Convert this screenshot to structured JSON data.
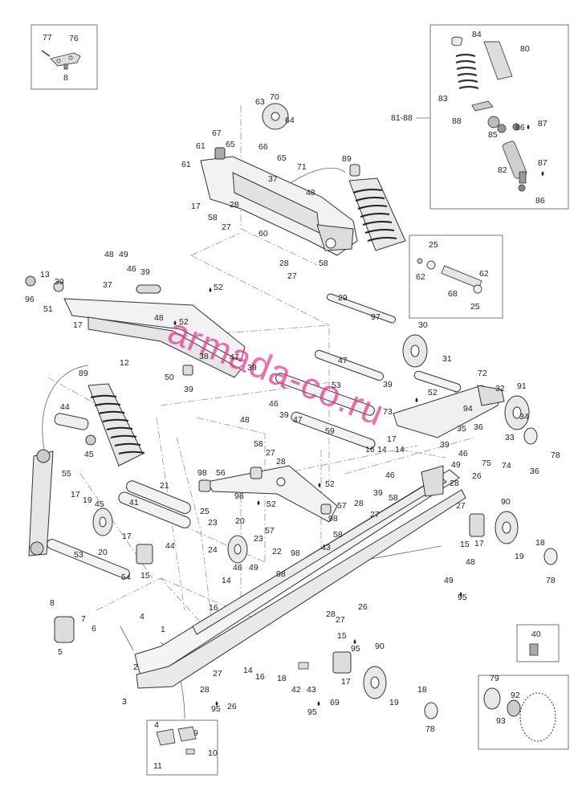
{
  "watermark": "armada-co.ru",
  "inset_range_label": "81-88",
  "callouts": [
    {
      "id": "c77",
      "text": "77"
    },
    {
      "id": "c76",
      "text": "76"
    },
    {
      "id": "c8a",
      "text": "8"
    },
    {
      "id": "c84",
      "text": "84"
    },
    {
      "id": "c80",
      "text": "80"
    },
    {
      "id": "c83",
      "text": "83"
    },
    {
      "id": "c88",
      "text": "88"
    },
    {
      "id": "c85",
      "text": "85"
    },
    {
      "id": "c86a",
      "text": "86"
    },
    {
      "id": "c87a",
      "text": "87"
    },
    {
      "id": "c87b",
      "text": "87"
    },
    {
      "id": "c82",
      "text": "82"
    },
    {
      "id": "c86b",
      "text": "86"
    },
    {
      "id": "c63",
      "text": "63"
    },
    {
      "id": "c70",
      "text": "70"
    },
    {
      "id": "c64",
      "text": "64"
    },
    {
      "id": "c67",
      "text": "67"
    },
    {
      "id": "c65a",
      "text": "65"
    },
    {
      "id": "c61a",
      "text": "61"
    },
    {
      "id": "c66",
      "text": "66"
    },
    {
      "id": "c65b",
      "text": "65"
    },
    {
      "id": "c71",
      "text": "71"
    },
    {
      "id": "c61b",
      "text": "61"
    },
    {
      "id": "c37a",
      "text": "37"
    },
    {
      "id": "c48a",
      "text": "48"
    },
    {
      "id": "c17a",
      "text": "17"
    },
    {
      "id": "c28a",
      "text": "28"
    },
    {
      "id": "c58a",
      "text": "58"
    },
    {
      "id": "c27a",
      "text": "27"
    },
    {
      "id": "c60",
      "text": "60"
    },
    {
      "id": "c89a",
      "text": "89"
    },
    {
      "id": "c28b",
      "text": "28"
    },
    {
      "id": "c58b",
      "text": "58"
    },
    {
      "id": "c27b",
      "text": "27"
    },
    {
      "id": "c25a",
      "text": "25"
    },
    {
      "id": "c62a",
      "text": "62"
    },
    {
      "id": "c62b",
      "text": "62"
    },
    {
      "id": "c68",
      "text": "68"
    },
    {
      "id": "c25b",
      "text": "25"
    },
    {
      "id": "c48b",
      "text": "48"
    },
    {
      "id": "c49a",
      "text": "49"
    },
    {
      "id": "c46a",
      "text": "46"
    },
    {
      "id": "c39a",
      "text": "39"
    },
    {
      "id": "c13",
      "text": "13"
    },
    {
      "id": "c39b",
      "text": "39"
    },
    {
      "id": "c96",
      "text": "96"
    },
    {
      "id": "c51",
      "text": "51"
    },
    {
      "id": "c37b",
      "text": "37"
    },
    {
      "id": "c52a",
      "text": "52"
    },
    {
      "id": "c17b",
      "text": "17"
    },
    {
      "id": "c48c",
      "text": "48"
    },
    {
      "id": "c52b",
      "text": "52"
    },
    {
      "id": "c38",
      "text": "38"
    },
    {
      "id": "c47a",
      "text": "47"
    },
    {
      "id": "c39c",
      "text": "39"
    },
    {
      "id": "c12",
      "text": "12"
    },
    {
      "id": "c50",
      "text": "50"
    },
    {
      "id": "c39d",
      "text": "39"
    },
    {
      "id": "c29",
      "text": "29"
    },
    {
      "id": "c97",
      "text": "97"
    },
    {
      "id": "c30",
      "text": "30"
    },
    {
      "id": "c31",
      "text": "31"
    },
    {
      "id": "c72",
      "text": "72"
    },
    {
      "id": "c91",
      "text": "91"
    },
    {
      "id": "c47b",
      "text": "47"
    },
    {
      "id": "c53a",
      "text": "53"
    },
    {
      "id": "c39e",
      "text": "39"
    },
    {
      "id": "c52c",
      "text": "52"
    },
    {
      "id": "c32",
      "text": "32"
    },
    {
      "id": "c89b",
      "text": "89"
    },
    {
      "id": "c44a",
      "text": "44"
    },
    {
      "id": "c46b",
      "text": "46"
    },
    {
      "id": "c39f",
      "text": "39"
    },
    {
      "id": "c73",
      "text": "73"
    },
    {
      "id": "c94",
      "text": "94"
    },
    {
      "id": "c34",
      "text": "34"
    },
    {
      "id": "c48d",
      "text": "48"
    },
    {
      "id": "c47c",
      "text": "47"
    },
    {
      "id": "c59",
      "text": "59"
    },
    {
      "id": "c36a",
      "text": "36"
    },
    {
      "id": "c35",
      "text": "35"
    },
    {
      "id": "c33",
      "text": "33"
    },
    {
      "id": "c45a",
      "text": "45"
    },
    {
      "id": "c58c",
      "text": "58"
    },
    {
      "id": "c16a",
      "text": "16"
    },
    {
      "id": "c14a",
      "text": "14"
    },
    {
      "id": "c17c",
      "text": "17"
    },
    {
      "id": "c39g",
      "text": "39"
    },
    {
      "id": "c46c",
      "text": "46"
    },
    {
      "id": "c27c",
      "text": "27"
    },
    {
      "id": "c28c",
      "text": "28"
    },
    {
      "id": "c14b",
      "text": "14"
    },
    {
      "id": "c75",
      "text": "75"
    },
    {
      "id": "c74",
      "text": "74"
    },
    {
      "id": "c36b",
      "text": "36"
    },
    {
      "id": "c78a",
      "text": "78"
    },
    {
      "id": "c55",
      "text": "55"
    },
    {
      "id": "c98a",
      "text": "98"
    },
    {
      "id": "c56",
      "text": "56"
    },
    {
      "id": "c98b",
      "text": "98"
    },
    {
      "id": "c52d",
      "text": "52"
    },
    {
      "id": "c46d",
      "text": "46"
    },
    {
      "id": "c49b",
      "text": "49"
    },
    {
      "id": "c26a",
      "text": "26"
    },
    {
      "id": "c28d",
      "text": "28"
    },
    {
      "id": "c39h",
      "text": "39"
    },
    {
      "id": "c58d",
      "text": "58"
    },
    {
      "id": "c27d",
      "text": "27"
    },
    {
      "id": "c21",
      "text": "21"
    },
    {
      "id": "c17d",
      "text": "17"
    },
    {
      "id": "c19a",
      "text": "19"
    },
    {
      "id": "c45b",
      "text": "45"
    },
    {
      "id": "c52e",
      "text": "52"
    },
    {
      "id": "c28e",
      "text": "28"
    },
    {
      "id": "c27e",
      "text": "27"
    },
    {
      "id": "c90a",
      "text": "90"
    },
    {
      "id": "c41",
      "text": "41"
    },
    {
      "id": "c25c",
      "text": "25"
    },
    {
      "id": "c23a",
      "text": "23"
    },
    {
      "id": "c20a",
      "text": "20"
    },
    {
      "id": "c57a",
      "text": "57"
    },
    {
      "id": "c57b",
      "text": "57"
    },
    {
      "id": "c98c",
      "text": "98"
    },
    {
      "id": "c44b",
      "text": "44"
    },
    {
      "id": "c24",
      "text": "24"
    },
    {
      "id": "c23b",
      "text": "23"
    },
    {
      "id": "c22",
      "text": "22"
    },
    {
      "id": "c98d",
      "text": "98"
    },
    {
      "id": "c58e",
      "text": "58"
    },
    {
      "id": "c20b",
      "text": "20"
    },
    {
      "id": "c17e",
      "text": "17"
    },
    {
      "id": "c15a",
      "text": "15"
    },
    {
      "id": "c17f",
      "text": "17"
    },
    {
      "id": "c19b",
      "text": "19"
    },
    {
      "id": "c18a",
      "text": "18"
    },
    {
      "id": "c43a",
      "text": "43"
    },
    {
      "id": "c46e",
      "text": "46"
    },
    {
      "id": "c49c",
      "text": "49"
    },
    {
      "id": "c48e",
      "text": "48"
    },
    {
      "id": "c78b",
      "text": "78"
    },
    {
      "id": "c15b",
      "text": "15"
    },
    {
      "id": "c53b",
      "text": "53"
    },
    {
      "id": "c54",
      "text": "54"
    },
    {
      "id": "c17g",
      "text": "17"
    },
    {
      "id": "c14c",
      "text": "14"
    },
    {
      "id": "c49d",
      "text": "49"
    },
    {
      "id": "c95a",
      "text": "95"
    },
    {
      "id": "c16b",
      "text": "16"
    },
    {
      "id": "c98e",
      "text": "98"
    },
    {
      "id": "c8b",
      "text": "8"
    },
    {
      "id": "c4a",
      "text": "4"
    },
    {
      "id": "c7",
      "text": "7"
    },
    {
      "id": "c6",
      "text": "6"
    },
    {
      "id": "c1",
      "text": "1"
    },
    {
      "id": "c5",
      "text": "5"
    },
    {
      "id": "c28f",
      "text": "28"
    },
    {
      "id": "c26b",
      "text": "26"
    },
    {
      "id": "c27f",
      "text": "27"
    },
    {
      "id": "c95b",
      "text": "95"
    },
    {
      "id": "c40",
      "text": "40"
    },
    {
      "id": "c15c",
      "text": "15"
    },
    {
      "id": "c90b",
      "text": "90"
    },
    {
      "id": "c2",
      "text": "2"
    },
    {
      "id": "c14d",
      "text": "14"
    },
    {
      "id": "c16c",
      "text": "16"
    },
    {
      "id": "c18b",
      "text": "18"
    },
    {
      "id": "c17h",
      "text": "17"
    },
    {
      "id": "c27g",
      "text": "27"
    },
    {
      "id": "c28g",
      "text": "28"
    },
    {
      "id": "c42",
      "text": "42"
    },
    {
      "id": "c43b",
      "text": "43"
    },
    {
      "id": "c18c",
      "text": "18"
    },
    {
      "id": "c79",
      "text": "79"
    },
    {
      "id": "c92",
      "text": "92"
    },
    {
      "id": "c3",
      "text": "3"
    },
    {
      "id": "c95c",
      "text": "95"
    },
    {
      "id": "c26c",
      "text": "26"
    },
    {
      "id": "c95d",
      "text": "95"
    },
    {
      "id": "c69",
      "text": "69"
    },
    {
      "id": "c19c",
      "text": "19"
    },
    {
      "id": "c93",
      "text": "93"
    },
    {
      "id": "c78c",
      "text": "78"
    },
    {
      "id": "c4b",
      "text": "4"
    },
    {
      "id": "c9",
      "text": "9"
    },
    {
      "id": "c10",
      "text": "10"
    },
    {
      "id": "c11",
      "text": "11"
    }
  ]
}
